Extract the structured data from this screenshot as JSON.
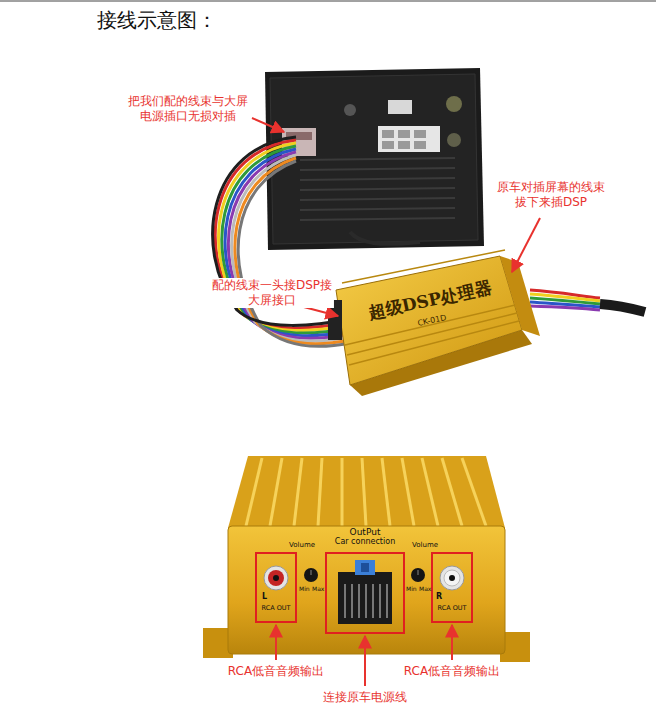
{
  "diagram": {
    "title": "接线示意图：",
    "labels": [
      "把我们配的线束与大屏 电源插口无损对插",
      "原车对插屏幕的线束 拔下来插DSP",
      "配的线束一头接DSP接 大屏接口",
      "超级DSP处理器",
      "CK-01D",
      "OutPut",
      "Car connection",
      "Volume",
      "Volume",
      "Min",
      "Max",
      "Min",
      "Max",
      "L",
      "RCA OUT",
      "R",
      "RCA OUT",
      "RCA低音音频输出",
      "RCA低音音频输出",
      "连接原车电源线"
    ]
  }
}
